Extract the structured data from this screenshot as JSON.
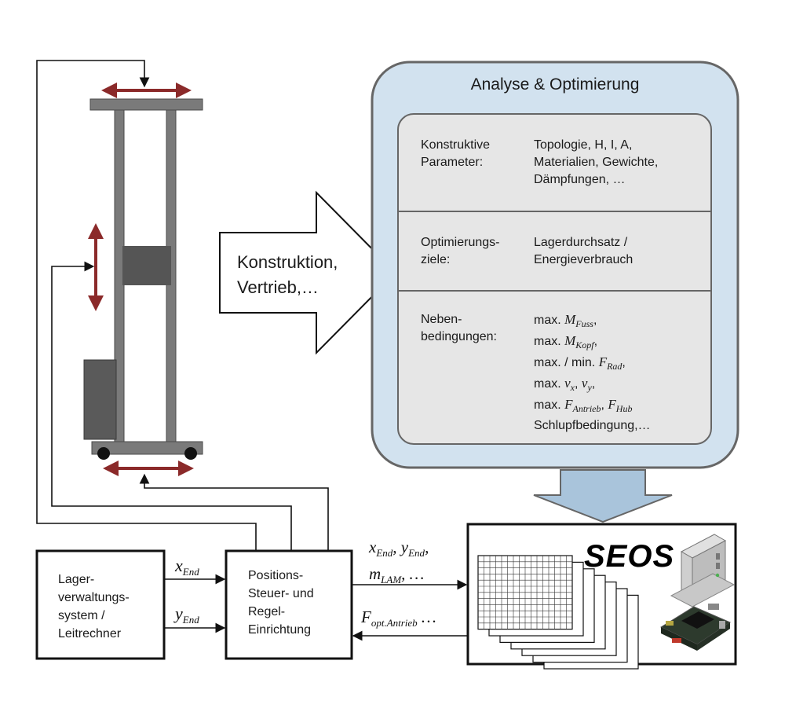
{
  "panel": {
    "title": "Analyse & Optimierung",
    "rows": [
      {
        "key": "Konstruktive\nParameter:",
        "values": [
          "Topologie, H, I, A,",
          "Materialien, Gewichte,",
          "Dämpfungen, …"
        ]
      },
      {
        "key": "Optimierungs-\nziele:",
        "values": [
          "Lagerdurchsatz /",
          "Energieverbrauch"
        ]
      },
      {
        "key": "Neben-\nbedingungen:",
        "values": []
      }
    ],
    "constraints": [
      {
        "pre": "max. ",
        "sym": "M",
        "sub": "Fuss",
        "post": ","
      },
      {
        "pre": "max. ",
        "sym": "M",
        "sub": "Kopf",
        "post": ","
      },
      {
        "pre": "max. / min. ",
        "sym": "F",
        "sub": "Rad",
        "post": ","
      },
      {
        "pre": "max. ",
        "sym": "v",
        "sub": "x",
        "post": ", ",
        "sym2": "v",
        "sub2": "y",
        "post2": ","
      },
      {
        "pre": "max. ",
        "sym": "F",
        "sub": "Antrieb",
        "post": ", ",
        "sym2": "F",
        "sub2": "Hub",
        "post2": ""
      },
      {
        "pre": "Schlupfbedingung,…",
        "sym": "",
        "sub": "",
        "post": ""
      }
    ]
  },
  "big_arrow": {
    "line1": "Konstruktion,",
    "line2": "Vertrieb,…"
  },
  "boxes": {
    "lager": {
      "line1": "Lager-",
      "line2": "verwaltungs-",
      "line3": "system /",
      "line4": "Leitrechner"
    },
    "position": {
      "line1": "Positions-",
      "line2": "Steuer- und",
      "line3": "Regel-",
      "line4": "Einrichtung"
    }
  },
  "signals": {
    "x_end": {
      "sym": "x",
      "sub": "End"
    },
    "y_end": {
      "sym": "y",
      "sub": "End"
    },
    "to_seos_line1": {
      "a": "x",
      "a_sub": "End",
      "b": "y",
      "b_sub": "End"
    },
    "to_seos_line2": {
      "a": "m",
      "a_sub": "LAM",
      "rest": ", …"
    },
    "from_seos": {
      "a": "F",
      "a_sub": "opt.Antrieb",
      "rest": " …"
    }
  },
  "seos": {
    "label": "SEOS"
  },
  "colors": {
    "panel_fill": "#d2e2ef",
    "panel_stroke": "#666666",
    "table_fill": "#e6e6e6",
    "machine_gray": "#7a7a7a",
    "machine_dark": "#505050",
    "red_arrow": "#8b2a2a"
  }
}
